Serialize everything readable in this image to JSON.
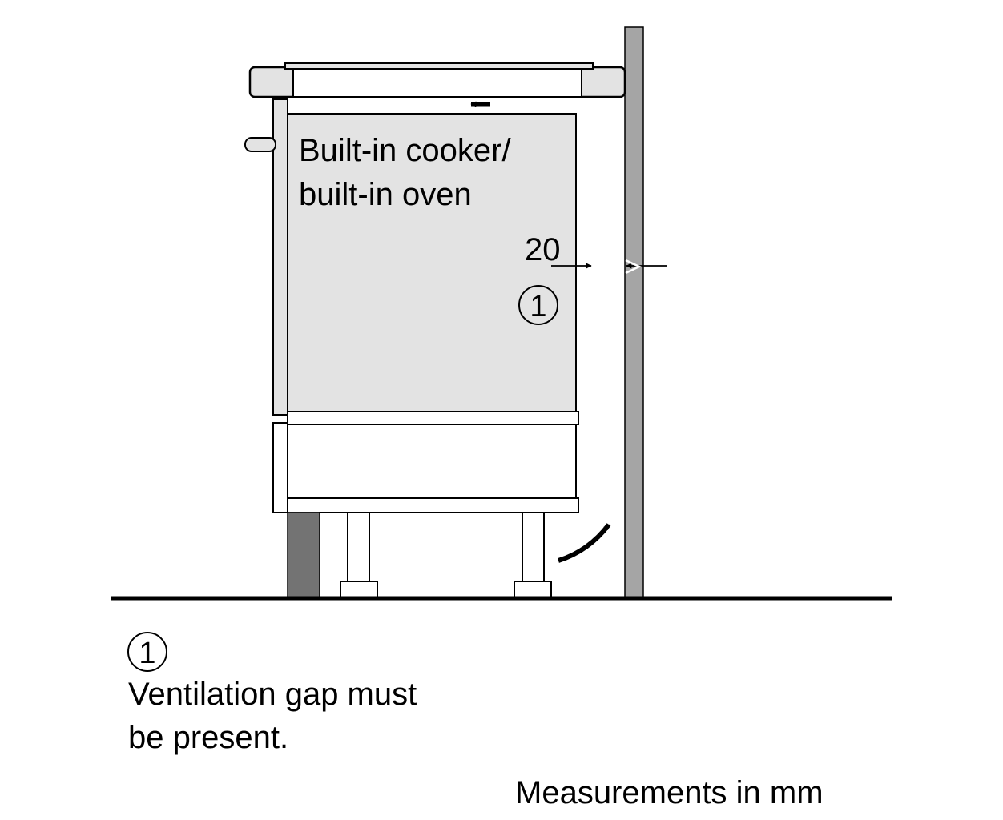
{
  "diagram": {
    "appliance_label_line1": "Built-in cooker/",
    "appliance_label_line2": "built-in oven",
    "gap_measurement": "20",
    "callout_marker": "1",
    "legend_marker": "1",
    "legend_text_line1": "Ventilation gap must",
    "legend_text_line2": "be present.",
    "units_note": "Measurements in mm"
  },
  "colors": {
    "appliance_fill": "#e3e3e3",
    "wall_fill": "#a5a5a5",
    "plinth_fill": "#737373",
    "line": "#000000"
  }
}
